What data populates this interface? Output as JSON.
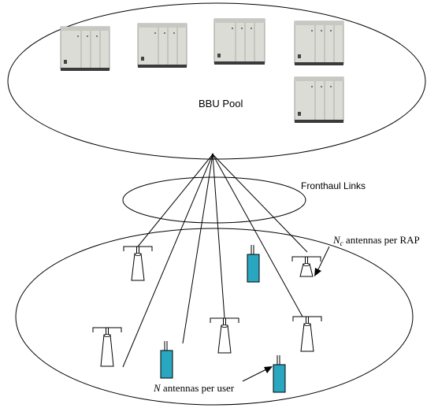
{
  "labels": {
    "bbu_pool": "BBU Pool",
    "fronthaul": "Fronthaul Links",
    "rap_symbol": "N",
    "rap_subscript": "c",
    "rap_text": " antennas per RAP",
    "user_symbol": "N",
    "user_text": " antennas per user"
  },
  "colors": {
    "line": "#000000",
    "cabinet_face": "#dcdcd6",
    "cabinet_side": "#b9b9b2",
    "cabinet_base": "#3a3a3a",
    "user_device": "#2aa7c0",
    "rap_body": "#ffffff"
  },
  "counts": {
    "bbu_cabinets": 5,
    "raps": 5,
    "user_devices": 3
  }
}
